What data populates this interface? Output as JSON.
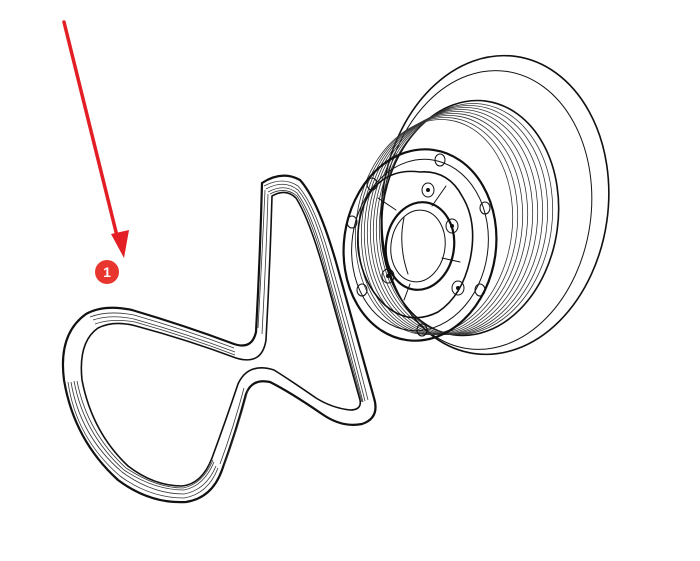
{
  "callout": {
    "number": "1",
    "color": "#e8362f"
  },
  "arrow": {
    "color": "#e31e24"
  },
  "parts": {
    "belt_icon": "serpentine-belt",
    "pulley_icon": "crankshaft-pulley-damper"
  }
}
